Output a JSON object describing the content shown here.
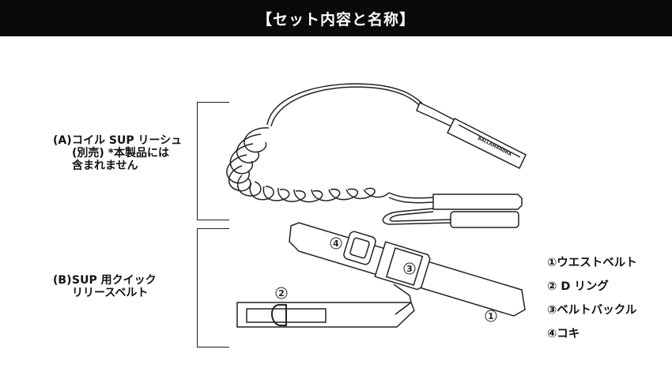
{
  "header": {
    "title": "【セット内容と名称】"
  },
  "items": [
    {
      "code": "(A)",
      "lines": [
        "コイル SUP リーシュ",
        "(別売) *本製品には",
        "含まれません"
      ]
    },
    {
      "code": "(B)",
      "lines": [
        "SUP 用クイック",
        "リリースベルト"
      ]
    }
  ],
  "illustration": {
    "leash_tag_text": "BALLAMANDRA",
    "callouts": [
      "①",
      "②",
      "③",
      "④"
    ]
  },
  "legend": [
    "①ウエストベルト",
    "② D リング",
    "③ベルトバックル",
    "④コキ"
  ],
  "colors": {
    "header_bg": "#0a0a0a",
    "header_text": "#ffffff",
    "line": "#222222"
  }
}
